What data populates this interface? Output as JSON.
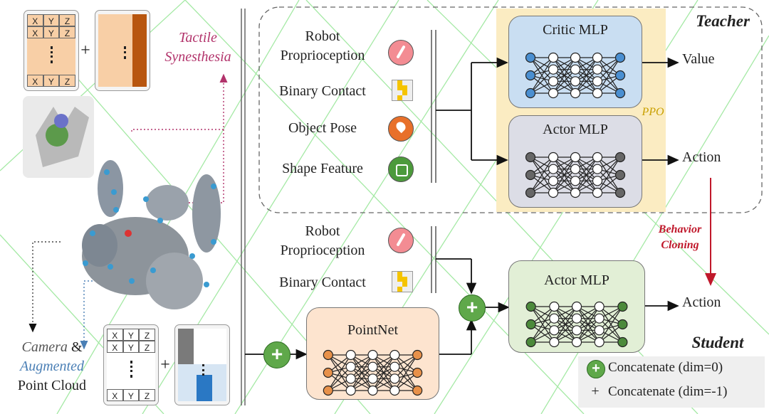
{
  "left_panel": {
    "tactile_synthesis_label": [
      "Tactile",
      "Synesthesia"
    ],
    "input_grid_cells": [
      "X",
      "Y",
      "Z",
      "X",
      "Y",
      "Z",
      "X",
      "Y",
      "Z"
    ],
    "plus_sign": "+",
    "camera_label": "Camera",
    "ampersand": " &",
    "augmented_label": "Augmented",
    "point_cloud_label": "Point Cloud"
  },
  "teacher": {
    "title": "Teacher",
    "inputs": [
      "Robot Proprioception",
      "Binary Contact",
      "Object Pose",
      "Shape Feature"
    ],
    "robot_label_lines": [
      "Robot",
      "Proprioception"
    ],
    "critic_title": "Critic MLP",
    "actor_title": "Actor MLP",
    "ppo_label": "PPO",
    "value_output": "Value",
    "action_output": "Action"
  },
  "behavior_cloning": [
    "Behavior",
    "Cloning"
  ],
  "student": {
    "title": "Student",
    "robot_label_lines": [
      "Robot",
      "Proprioception"
    ],
    "binary_contact": "Binary Contact",
    "pointnet_title": "PointNet",
    "actor_title": "Actor MLP",
    "action_output": "Action"
  },
  "legend": {
    "concat0": "Concatenate (dim=0)",
    "concat1": "Concatenate (dim=-1)",
    "plus": "+"
  },
  "colors": {
    "critic_fill": "#c9def2",
    "actor_teacher_fill": "#dcdde6",
    "ppo_band": "#fbecc2",
    "student_actor_fill": "#e2efd6",
    "pointnet_fill": "#fde4cf",
    "concat_green": "#5fa84a",
    "behavior_red": "#c0182b",
    "tactile_pink": "#b2336b"
  }
}
